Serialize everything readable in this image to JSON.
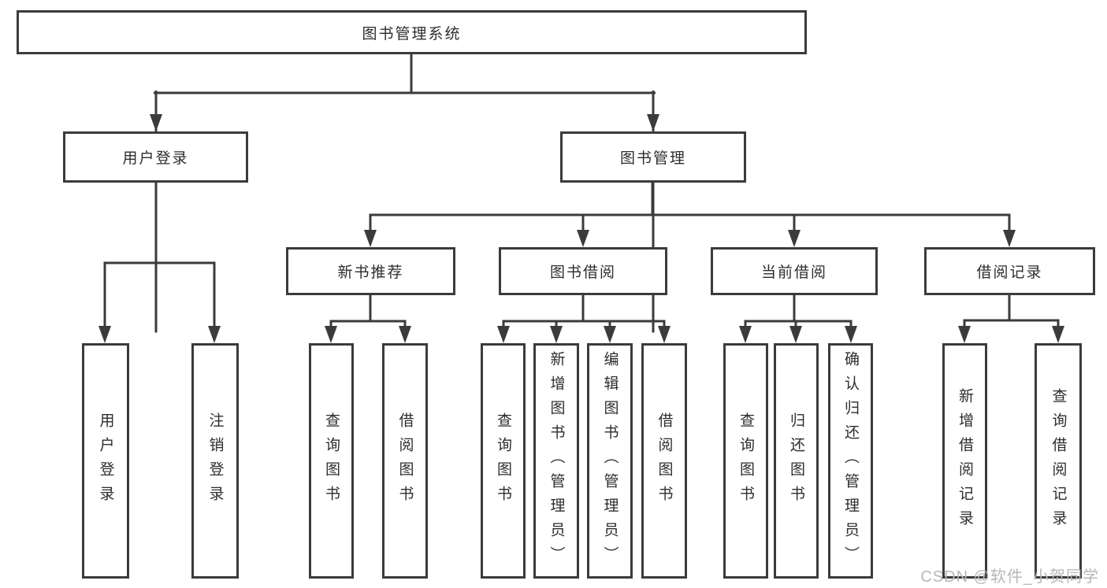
{
  "nodes": {
    "root": "图书管理系统",
    "branches": [
      "用户登录",
      "图书管理"
    ],
    "modules": [
      "新书推荐",
      "图书借阅",
      "当前借阅",
      "借阅记录"
    ],
    "leaves": [
      "用户登录",
      "注销登录",
      "查询图书",
      "借阅图书",
      "查询图书",
      "新增图书（管理员）",
      "编辑图书（管理员）",
      "借阅图书",
      "查询图书",
      "归还图书",
      "确认归还（管理员）",
      "新增借阅记录",
      "查询借阅记录"
    ]
  },
  "watermark": "CSDN @软件_小贺同学",
  "colors": {
    "line": "#3b3b3b",
    "text": "#2d2d2d",
    "background": "#ffffff",
    "watermark": "#b7b7b7"
  }
}
